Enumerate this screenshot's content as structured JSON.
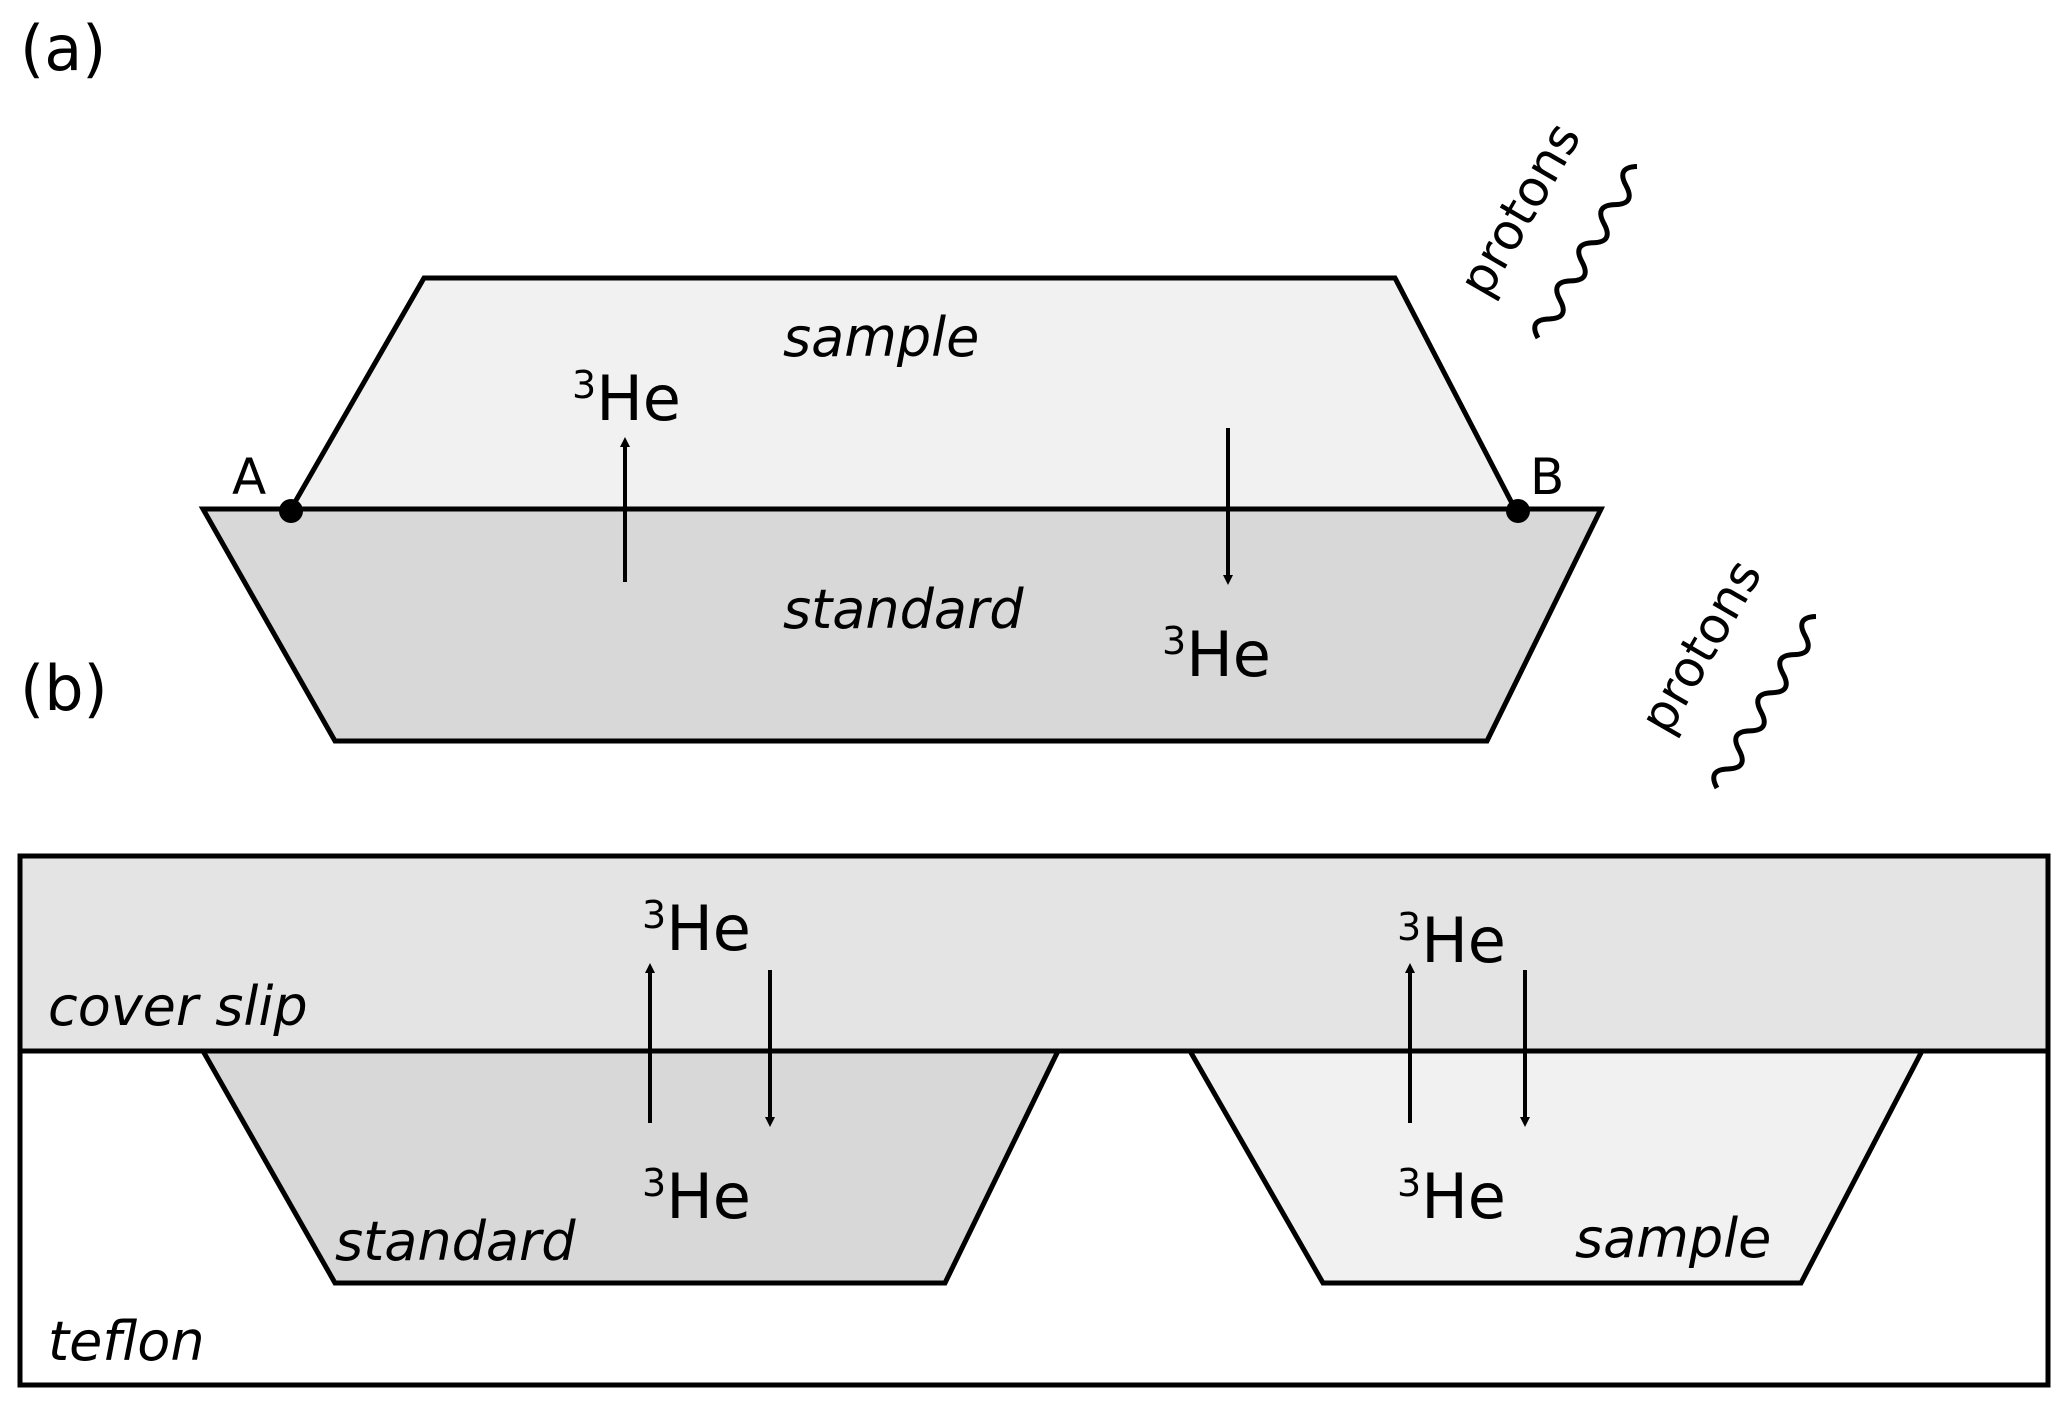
{
  "panel_a": {
    "label": "(a)",
    "sample_label": "sample",
    "standard_label": "standard",
    "point_a": "A",
    "point_b": "B",
    "he_up": {
      "sup": "3",
      "text": "He"
    },
    "he_down": {
      "sup": "3",
      "text": "He"
    },
    "protons_label": "protons",
    "colors": {
      "sample": "#f1f1f1",
      "standard": "#d8d8d8"
    }
  },
  "panel_b": {
    "label": "(b)",
    "protons_label": "protons",
    "cover_slip_label": "cover slip",
    "teflon_label": "teflon",
    "standard_label": "standard",
    "sample_label": "sample",
    "he_std_top": {
      "sup": "3",
      "text": "He"
    },
    "he_std_bottom": {
      "sup": "3",
      "text": "He"
    },
    "he_smp_top": {
      "sup": "3",
      "text": "He"
    },
    "he_smp_bottom": {
      "sup": "3",
      "text": "He"
    },
    "colors": {
      "cover_slip": "#e4e4e4",
      "standard": "#d8d8d8",
      "sample": "#f1f1f1",
      "teflon": "#ffffff"
    }
  }
}
